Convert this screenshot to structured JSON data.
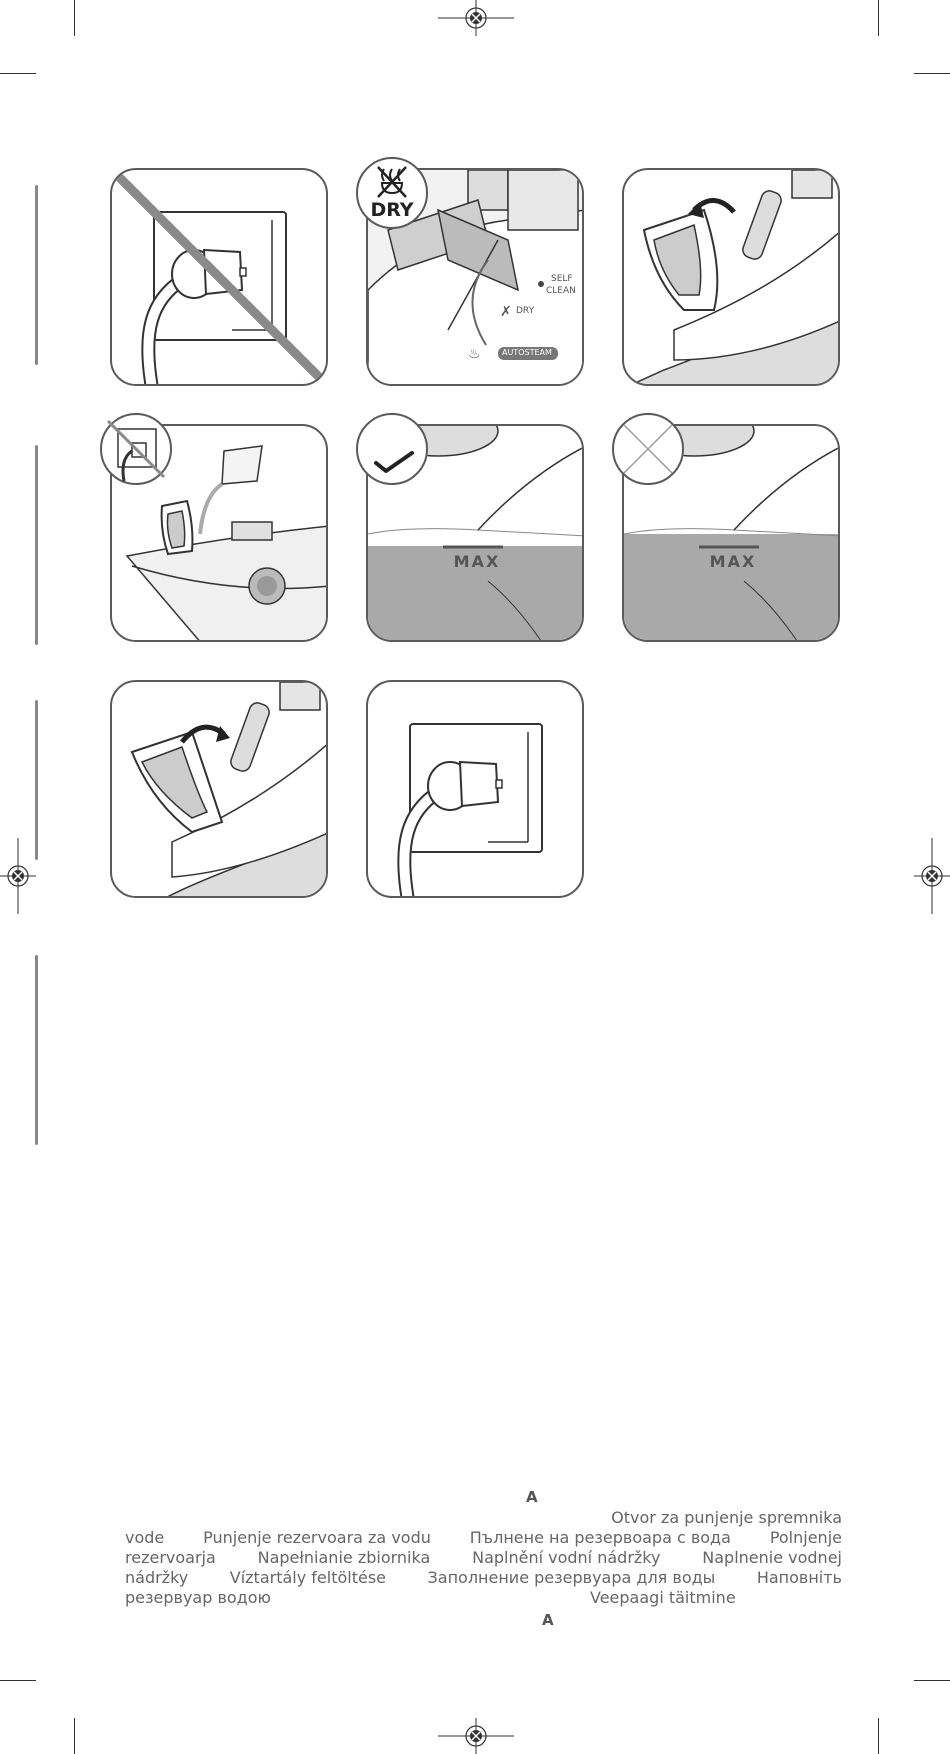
{
  "figure_labels": {
    "dry_badge": "DRY",
    "dial_self": "SELF",
    "dial_clean": "CLEAN",
    "dial_dry": "DRY",
    "dial_autosteam": "AUTOSTEAM",
    "max_mark_ok": "MAX",
    "max_mark_over": "MAX"
  },
  "caption": {
    "letter_top": "A",
    "lines": [
      [
        "Otvor za punjenje spremnika"
      ],
      [
        "vode",
        "Punjenje rezervoara za vodu",
        "Пълнене на резервоара с вода",
        "Polnjenje"
      ],
      [
        "rezervoarja",
        "Napełnianie zbiornika",
        "Naplnění vodní nádržky",
        "Naplnenie vodnej"
      ],
      [
        "nádržky",
        "Víztartály feltöltése",
        "Заполнение резервуара для воды",
        "Наповніть"
      ],
      [
        "резервуар водою",
        "Veepaagi täitmine"
      ]
    ],
    "letter_bottom": "A"
  },
  "colors": {
    "border": "#5a5a5a",
    "water": "#a9a9a9",
    "strike": "#8a8a8a"
  }
}
